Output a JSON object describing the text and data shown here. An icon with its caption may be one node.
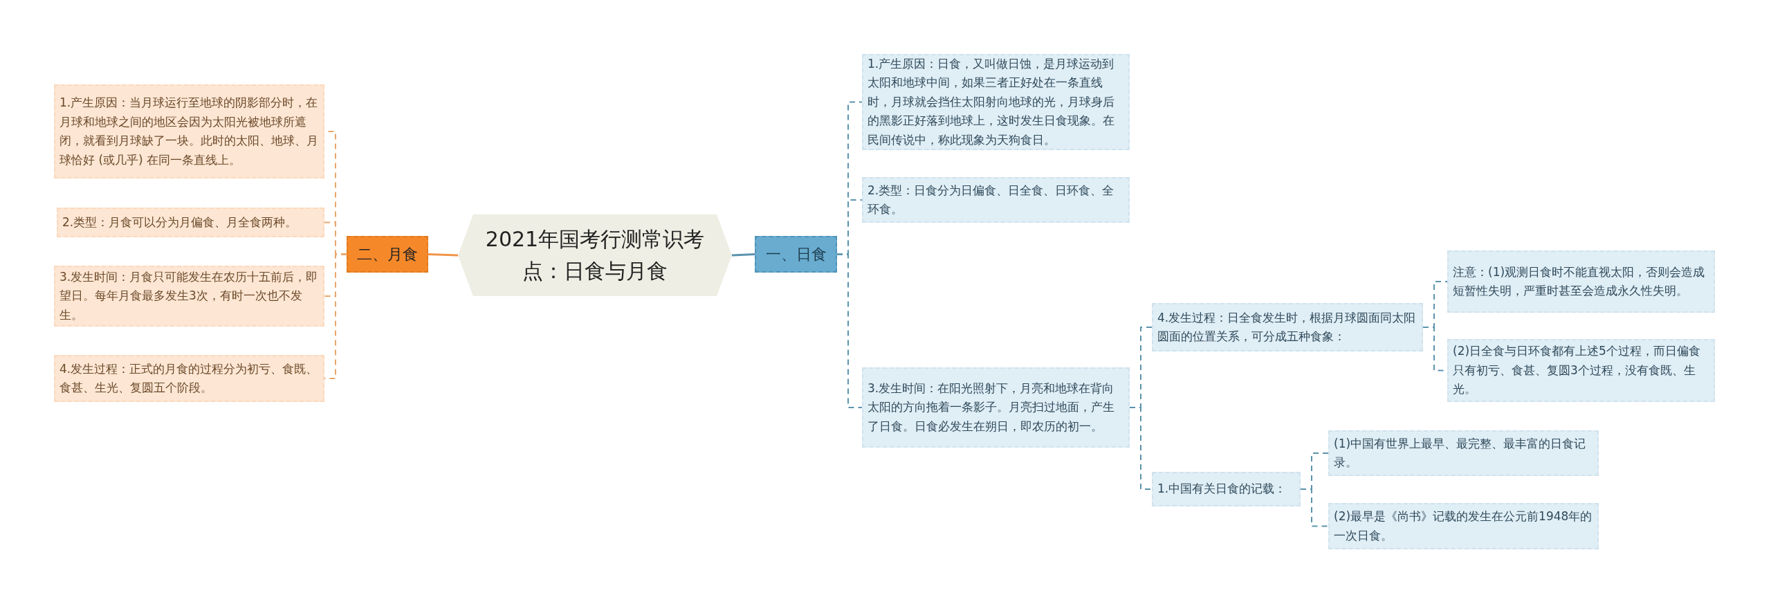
{
  "diagram": {
    "nodes": [
      {
        "text": [
          "2021年国考行测常识考点：日食与月食"
        ]
      },
      {
        "text": [
          "二、月食"
        ]
      },
      {
        "text": [
          "1.产生原因：当月球运行至地球的阴影部分时，在月球和地球之间的地区会因为太阳光被地球所遮闭，就看到月球缺了一块。此时的太阳、地球、月球恰好 (或几乎) 在同一条直线上。"
        ]
      },
      {
        "text": [
          "2.类型：月食可以分为月偏食、月全食两种。"
        ]
      },
      {
        "text": [
          "3.发生时间：月食只可能发生在农历十五前后，即望日。每年月食最多发生3次，有时一次也不发生。"
        ]
      },
      {
        "text": [
          "4.发生过程：正式的月食的过程分为初亏、食既、食甚、生光、复圆五个阶段。"
        ]
      },
      {
        "text": [
          "一、日食"
        ]
      },
      {
        "text": [
          "1.产生原因：日食，又叫做日蚀，是月球运动到太阳和地球中间，如果三者正好处在一条直线时，月球就会挡住太阳射向地球的光，月球身后的黑影正好落到地球上，这时发生日食现象。在民间传说中，称此现象为天狗食日。"
        ]
      },
      {
        "text": [
          "2.类型：日食分为日偏食、日全食、日环食、全环食。"
        ]
      },
      {
        "text": [
          "3.发生时间：在阳光照射下，月亮和地球在背向太阳的方向拖着一条影子。月亮扫过地面，产生了日食。日食必发生在朔日，即农历的初一。"
        ]
      },
      {
        "text": [
          "4.发生过程：日全食发生时，根据月球圆面同太阳圆面的位置关系，可分成五种食象："
        ]
      },
      {
        "text": [
          "注意：(1)观测日食时不能直视太阳，否则会造成短暂性失明，严重时甚至会造成永久性失明。"
        ]
      },
      {
        "text": [
          "(2)日全食与日环食都有上述5个过程，而日偏食只有初亏、食甚、复圆3个过程，没有食既、生光。"
        ]
      },
      {
        "text": [
          "1.中国有关日食的记载："
        ]
      },
      {
        "text": [
          "(1)中国有世界上最早、最完整、最丰富的日食记录。"
        ]
      },
      {
        "text": [
          "(2)最早是《尚书》记载的发生在公元前1948年的一次日食。"
        ]
      }
    ],
    "edges": [
      {
        "from": 0,
        "to": 1,
        "arrow": "none",
        "color": "#f0954a"
      },
      {
        "from": 1,
        "to": 2,
        "arrow": "none",
        "style": "dashed",
        "color": "#e8a66c"
      },
      {
        "from": 1,
        "to": 3,
        "arrow": "none",
        "style": "dashed",
        "color": "#e8a66c"
      },
      {
        "from": 1,
        "to": 4,
        "arrow": "none",
        "style": "dashed",
        "color": "#e8a66c"
      },
      {
        "from": 1,
        "to": 5,
        "arrow": "none",
        "style": "dashed",
        "color": "#e8a66c"
      },
      {
        "from": 0,
        "to": 6,
        "arrow": "none"
      },
      {
        "from": 6,
        "to": 7,
        "arrow": "none",
        "style": "dashed"
      },
      {
        "from": 6,
        "to": 8,
        "arrow": "none",
        "style": "dashed"
      },
      {
        "from": 6,
        "to": 9,
        "arrow": "none",
        "style": "dashed"
      },
      {
        "from": 9,
        "to": 10,
        "arrow": "none",
        "style": "dashed"
      },
      {
        "from": 9,
        "to": 13,
        "arrow": "none",
        "style": "dashed"
      },
      {
        "from": 10,
        "to": 11,
        "arrow": "none",
        "style": "dashed"
      },
      {
        "from": 10,
        "to": 12,
        "arrow": "none",
        "style": "dashed"
      },
      {
        "from": 13,
        "to": 14,
        "arrow": "none",
        "style": "dashed"
      },
      {
        "from": 13,
        "to": 15,
        "arrow": "none",
        "style": "dashed"
      }
    ]
  }
}
